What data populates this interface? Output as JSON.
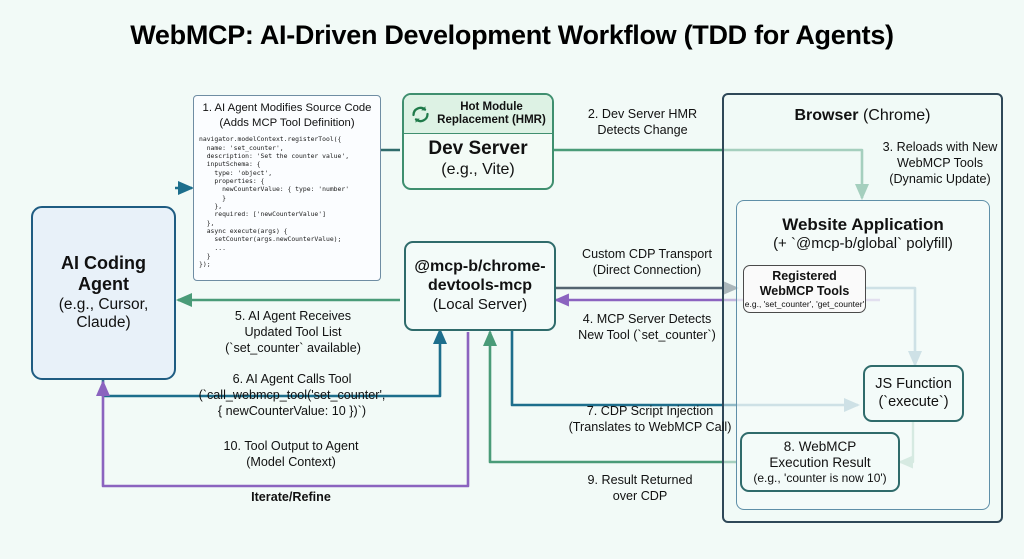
{
  "title": "WebMCP: AI-Driven Development Workflow (TDD for Agents)",
  "colors": {
    "background": "#f2faf7",
    "agent_border": "#1f5c82",
    "agent_fill": "#e8f1f9",
    "teal_border": "#2f6b6b",
    "green_border": "#3f8f6f",
    "group_border": "#2f4858",
    "arrow_teal": "#1d6e8c",
    "arrow_green": "#4a9b78",
    "arrow_purple": "#8b63bf",
    "arrow_slate": "#546470"
  },
  "nodes": {
    "agent": {
      "title": "AI Coding",
      "title2": "Agent",
      "subtitle": "(e.g., Cursor,",
      "subtitle2": "Claude)"
    },
    "code_card": {
      "heading": "1. AI Agent Modifies Source Code",
      "subheading": "(Adds MCP Tool Definition)",
      "code": "navigator.modelContext.registerTool({\n  name: 'set_counter',\n  description: 'Set the counter value',\n  inputSchema: {\n    type: 'object',\n    properties: {\n      newCounterValue: { type: 'number'\n      }\n    },\n    required: ['newCounterValue']\n  },\n  async execute(args) {\n    setCounter(args.newCounterValue);\n    ...\n  }\n});"
    },
    "dev_server": {
      "hmr_line1": "Hot Module",
      "hmr_line2": "Replacement (HMR)",
      "hmr_icon": "refresh-icon",
      "title": "Dev Server",
      "subtitle": "(e.g., Vite)"
    },
    "mcp_server": {
      "line1": "@mcp-b/chrome-",
      "line2": "devtools-mcp",
      "line3": "(Local Server)"
    },
    "browser_group": {
      "title": "Browser",
      "title_light": " (Chrome)"
    },
    "website_app": {
      "title": "Website Application",
      "subtitle": "(+ `@mcp-b/global` polyfill)"
    },
    "registered_tools": {
      "line1": "Registered",
      "line2": "WebMCP Tools",
      "line3": "e.g., 'set_counter', 'get_counter'"
    },
    "js_function": {
      "line1": "JS Function",
      "line2": "(`execute`)"
    },
    "exec_result": {
      "line1": "8. WebMCP",
      "line2": "Execution Result",
      "line3": "(e.g., 'counter is now 10')"
    }
  },
  "edges": {
    "e2": {
      "line1": "2. Dev Server HMR",
      "line2": "Detects Change"
    },
    "e3": {
      "line1": "3. Reloads with New",
      "line2": "WebMCP Tools",
      "line3": "(Dynamic Update)"
    },
    "cdp": {
      "line1": "Custom CDP Transport",
      "line2": "(Direct Connection)"
    },
    "e4": {
      "line1": "4. MCP Server Detects",
      "line2": "New Tool (`set_counter`)"
    },
    "e5": {
      "line1": "5. AI Agent Receives",
      "line2": "Updated Tool List",
      "line3": "(`set_counter` available)"
    },
    "e6": {
      "line1": "6. AI Agent Calls Tool",
      "line2": "(`call_webmcp_tool('set_counter',",
      "line3": "{ newCounterValue: 10 })`)"
    },
    "e7": {
      "line1": "7. CDP Script Injection",
      "line2": "(Translates to WebMCP Call)"
    },
    "e9": {
      "line1": "9. Result Returned",
      "line2": "over CDP"
    },
    "e10": {
      "line1": "10. Tool Output to Agent",
      "line2": "(Model Context)"
    },
    "iterate": {
      "label": "Iterate/Refine"
    }
  }
}
